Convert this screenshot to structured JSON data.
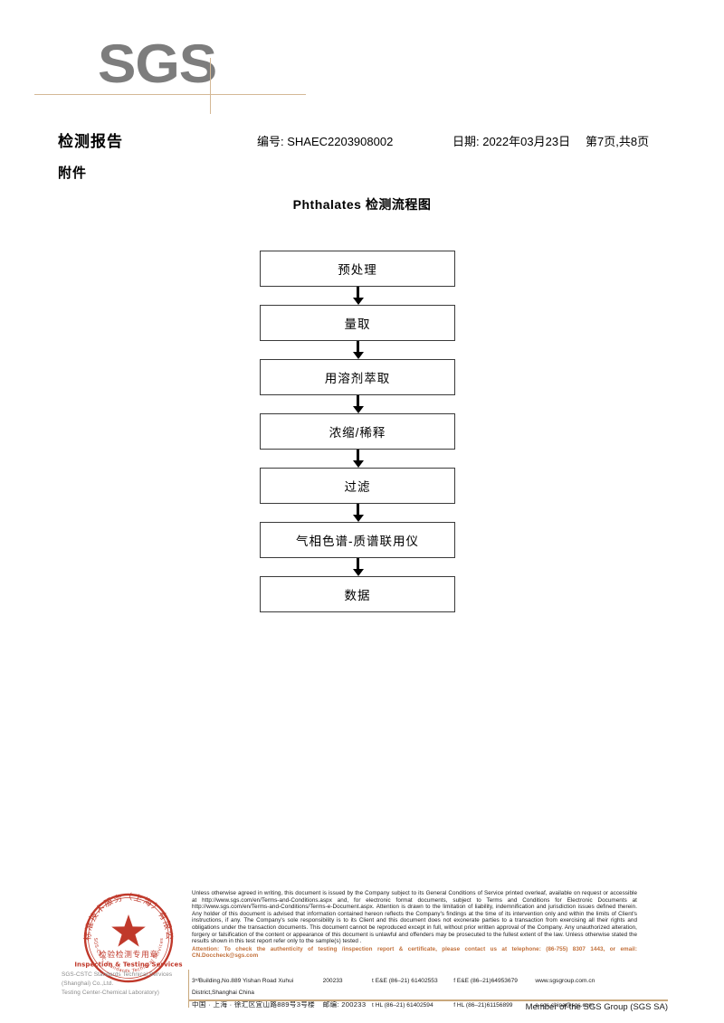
{
  "logo": {
    "text": "SGS"
  },
  "header": {
    "title": "检测报告",
    "subtitle": "附件",
    "report_no": "编号: SHAEC2203908002",
    "date": "日期: 2022年03月23日",
    "page": "第7页,共8页"
  },
  "flowchart": {
    "title": "Phthalates 检测流程图",
    "steps": [
      {
        "label": "预处理"
      },
      {
        "label": "量取"
      },
      {
        "label": "用溶剂萃取"
      },
      {
        "label": "浓缩/稀释"
      },
      {
        "label": "过滤"
      },
      {
        "label": "气相色谱-质谱联用仪"
      },
      {
        "label": "数据"
      }
    ]
  },
  "seal": {
    "outer_cn": "标准技术服务（上海）有限公",
    "outer_en": "SGS-CSTC Standards Technical Services",
    "center_cn": "检验检测专用章",
    "center_en": "Inspection & Testing Services",
    "company_line1": "SGS-CSTC Standards Technical Services (Shanghai) Co.,Ltd.",
    "company_line2": "Testing Center-Chemical Laboratory)",
    "color": "#c0392b"
  },
  "legal": {
    "paragraph": "Unless otherwise agreed in writing, this document is issued by the Company subject to its General Conditions of Service printed overleaf, available on request or accessible at http://www.sgs.com/en/Terms-and-Conditions.aspx and, for electronic format documents, subject to Terms and Conditions for Electronic Documents at http://www.sgs.com/en/Terms-and-Conditions/Terms-e-Document.aspx. Attention is drawn to the limitation of liability, indemnification and jurisdiction issues defined therein. Any holder of this document is advised that information contained hereon reflects the Company's findings at the time of its intervention only and within the limits of Client's instructions, if any. The Company's sole responsibility is to its Client and this document does not exonerate parties to a transaction from exercising all their rights and obligations under the transaction documents. This document cannot be reproduced except in full, without prior written approval of the Company. Any unauthorized alteration, forgery or falsification of the content or appearance of this document is unlawful and offenders may be prosecuted to the fullest extent of the law. Unless otherwise stated the results shown in this test report refer only to the sample(s) tested .",
    "attention": "Attention: To check the authenticity of testing /inspection report & certificate, please contact us at telephone: (86-755) 8307 1443, or email: CN.Doccheck@sgs.com",
    "attention_color": "#c2703a"
  },
  "address": {
    "row1": {
      "street": "3ʳᵈBuilding,No.889 Yishan Road Xuhui District,Shanghai China",
      "postcode": "200233",
      "phone1": "t E&E (86–21) 61402553",
      "phone2": "f E&E (86–21)64953679",
      "web": "www.sgsgroup.com.cn"
    },
    "row2": {
      "street": "中国 · 上海 · 徐汇区宜山路889号3号楼",
      "postcode_label": "邮编: 200233",
      "phone1": "t HL (86–21) 61402594",
      "phone2": "f HL (86–21)61156899",
      "web": "e sgs.china@sgs.com"
    }
  },
  "footer": {
    "member": "Member of the SGS Group (SGS SA)"
  }
}
